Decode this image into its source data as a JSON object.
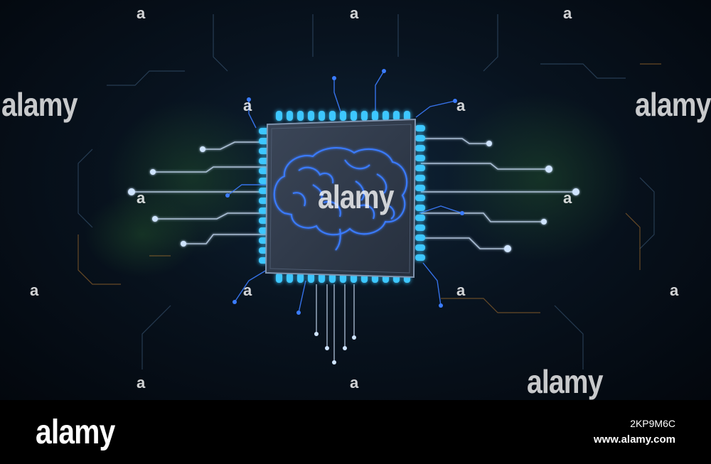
{
  "image": {
    "subject": "",
    "colors": {
      "background": "#05101a",
      "glow": "#3ec7ff",
      "chip": "#3a4658",
      "brain": "#3a7bff",
      "trace_white": "#cfe4ff",
      "trace_orange": "#c98a3a",
      "trace_green": "#2f6b3a"
    }
  },
  "watermarks": {
    "small": "a",
    "large": "alamy"
  },
  "footer": {
    "logo": "alamy",
    "image_id": "2KP9M6C",
    "url": "www.alamy.com"
  }
}
